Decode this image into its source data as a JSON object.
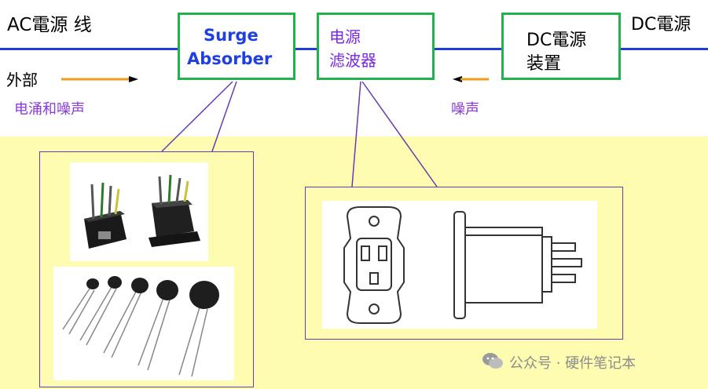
{
  "labels": {
    "ac_line": "AC電源 线",
    "dc_source": "DC電源",
    "external": "外部",
    "surge_and_noise": "电涌和噪声",
    "noise": "噪声"
  },
  "boxes": {
    "surge_line1": "Surge",
    "surge_line2": "Absorber",
    "filter_line1": "电源",
    "filter_line2": "滤波器",
    "dc_device_line1": "DC電源",
    "dc_device_line2": "装置"
  },
  "watermark": "公众号 · 硬件笔记本",
  "colors": {
    "mains_line": "#1d3fd6",
    "box_border": "#22b14c",
    "box_text_blue": "#1f3fe0",
    "box_text_purple": "#7a2ae0",
    "label_purple": "#8a3ad6",
    "arrow_orange": "#f39a1a",
    "yellow_band": "#fdfcb1",
    "callout_purple": "#6a3ab0"
  },
  "icons": {
    "wechat": "wechat-icon"
  }
}
